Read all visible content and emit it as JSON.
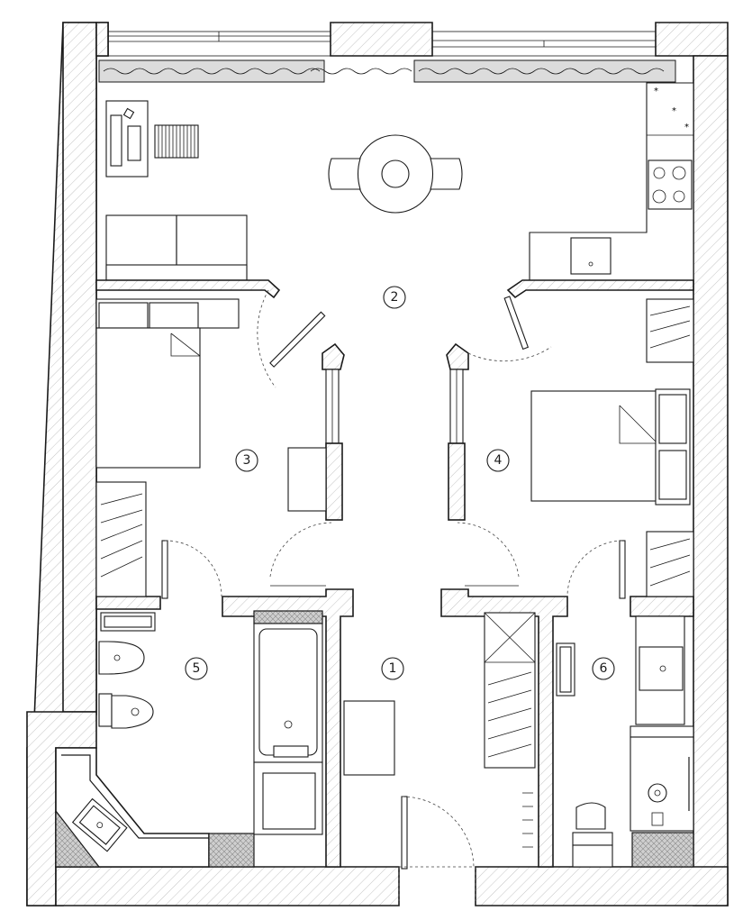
{
  "rooms": [
    {
      "id": "room-1",
      "number": "1"
    },
    {
      "id": "room-2",
      "number": "2"
    },
    {
      "id": "room-3",
      "number": "3"
    },
    {
      "id": "room-4",
      "number": "4"
    },
    {
      "id": "room-5",
      "number": "5"
    },
    {
      "id": "room-6",
      "number": "6"
    }
  ]
}
